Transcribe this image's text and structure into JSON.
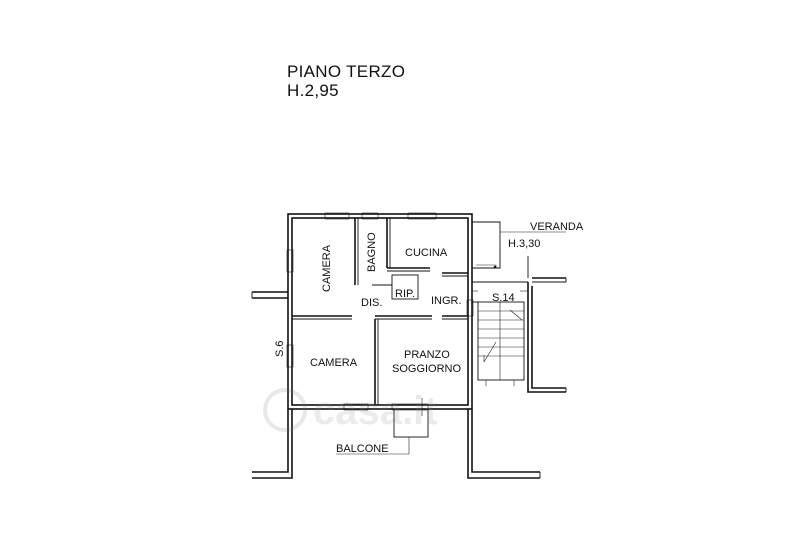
{
  "floor": {
    "name": "PIANO TERZO",
    "height": "H.2,95"
  },
  "rooms": {
    "camera_1": "CAMERA",
    "bagno": "BAGNO",
    "cucina": "CUCINA",
    "rip": "RIP.",
    "dis": "DIS.",
    "ingr": "INGR.",
    "camera_2": "CAMERA",
    "pranzo": "PRANZO",
    "soggiorno": "SOGGIORNO",
    "balcone": "BALCONE"
  },
  "veranda": {
    "name": "VERANDA",
    "height": "H.3,30"
  },
  "stair": "S.14",
  "side": "S.6",
  "watermark": "casa.it"
}
